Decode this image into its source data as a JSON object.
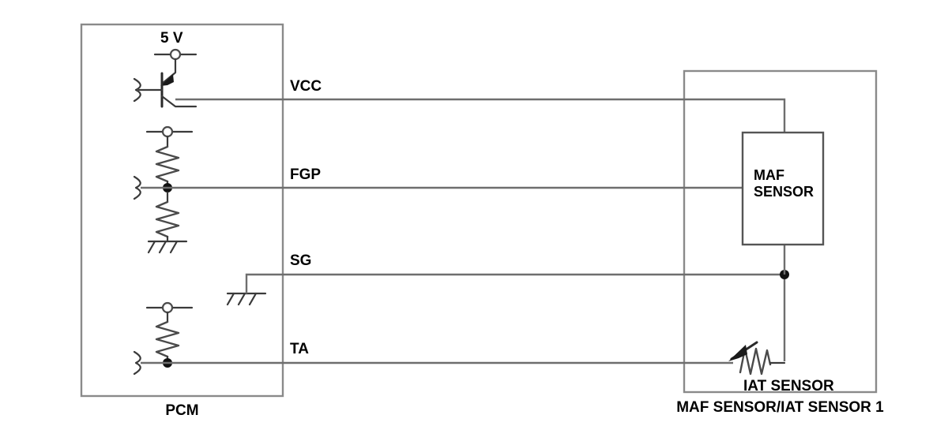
{
  "diagram": {
    "title": "MAF Sensor / IAT Sensor 1 circuit",
    "stroke_color": "#6e6e6e",
    "box_color": "#8a8a8a",
    "component_color": "#3a3a3a"
  },
  "modules": {
    "left": {
      "caption": "PCM"
    },
    "right": {
      "caption": "MAF SENSOR/IAT SENSOR 1",
      "inner_block": {
        "line1": "MAF",
        "line2": "SENSOR"
      },
      "thermistor_label": "IAT SENSOR"
    }
  },
  "supplies": [
    {
      "name": "vcc-supply",
      "label": "5 V"
    }
  ],
  "signals": [
    {
      "name": "vcc",
      "label": "VCC"
    },
    {
      "name": "fgp",
      "label": "FGP"
    },
    {
      "name": "sg",
      "label": "SG"
    },
    {
      "name": "ta",
      "label": "TA"
    }
  ],
  "components": {
    "transistor": "pnp-transistor-symbol",
    "pullup_resistor": "resistor-symbol",
    "pulldown_resistor": "resistor-symbol",
    "ground": "chassis-ground-symbol",
    "thermistor": "thermistor-symbol",
    "junction": "junction-dot",
    "terminal": "open-terminal-node"
  }
}
